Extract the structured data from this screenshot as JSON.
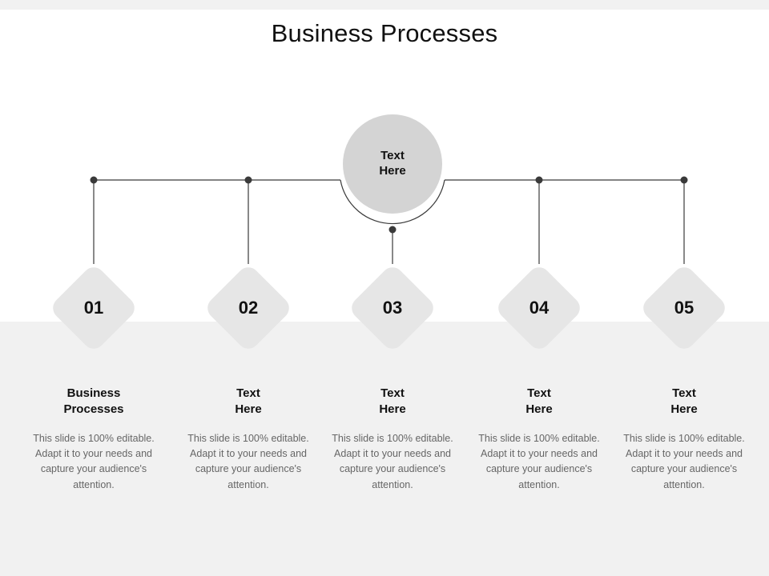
{
  "slide": {
    "title": "Business Processes",
    "background_color": "#ffffff",
    "band_color": "#f1f1f1"
  },
  "center_node": {
    "name": "center-hub",
    "line1": "Text",
    "line2": "Here",
    "fill_color": "#d4d4d4"
  },
  "connector": {
    "line_color": "#3a3a3a",
    "dot_color": "#3a3a3a"
  },
  "steps": [
    {
      "number": "01",
      "accent_color": "#2bb8d6",
      "heading_line1": "Business",
      "heading_line2": "Processes",
      "body": "This slide is 100% editable. Adapt it to your needs and capture your audience's attention."
    },
    {
      "number": "02",
      "accent_color": "#1f5166",
      "heading_line1": "Text",
      "heading_line2": "Here",
      "body": "This slide is 100% editable. Adapt it to your needs and capture your audience's attention."
    },
    {
      "number": "03",
      "accent_color": "#7d9aa6",
      "heading_line1": "Text",
      "heading_line2": "Here",
      "body": "This slide is 100% editable. Adapt it to your needs and capture your audience's attention."
    },
    {
      "number": "04",
      "accent_color": "#8cc152",
      "heading_line1": "Text",
      "heading_line2": "Here",
      "body": "This slide is 100% editable. Adapt it to your needs and capture your audience's attention."
    },
    {
      "number": "05",
      "accent_color": "#17bfcf",
      "heading_line1": "Text",
      "heading_line2": "Here",
      "body": "This slide is 100% editable. Adapt it to your needs and capture your audience's attention."
    }
  ]
}
